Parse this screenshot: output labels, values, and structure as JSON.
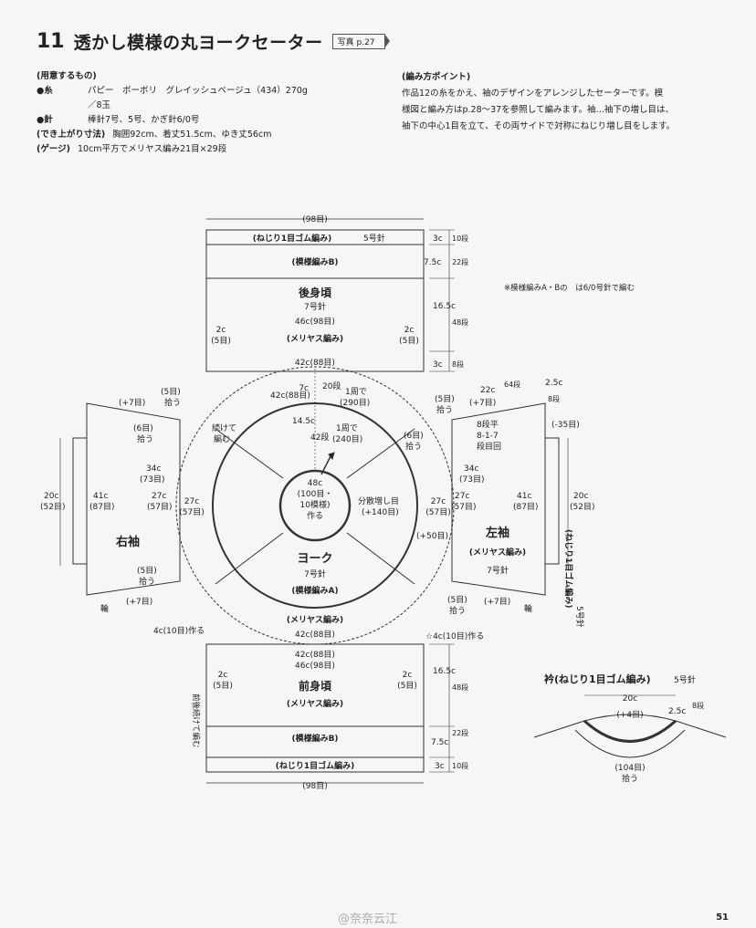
{
  "header": {
    "number": "11",
    "title": "透かし模様の丸ヨークセーター",
    "photo": "写真 p.27"
  },
  "materials": {
    "heading": "(用意するもの)",
    "yarn_label": "●糸",
    "yarn_value": "パピー　ボーボリ　グレイッシュベージュ（434）270g",
    "yarn_value2": "／8玉",
    "needle_label": "●針",
    "needle_value": "棒針7号、5号、かぎ針6/0号",
    "size_label": "(でき上がり寸法)",
    "size_value": "胸囲92cm、着丈51.5cm、ゆき丈56cm",
    "gauge_label": "(ゲージ)",
    "gauge_value": "10cm平方でメリヤス編み21目×29段"
  },
  "tips": {
    "heading": "(編み方ポイント)",
    "line1": "作品12の糸をかえ、袖のデザインをアレンジしたセーターです。模",
    "line2": "様図と編み方はp.28～37を参照して編みます。袖…袖下の増し目は、",
    "line3": "袖下の中心1目を立て、その両サイドで対称にねじり増し目をします。"
  },
  "note": "※模様編みA・Bの　は6/0号針で編む",
  "back": {
    "top_width": "(98目)",
    "rib": "(ねじり1目ゴム編み)",
    "rib_needle": "5号針",
    "patB": "(模様編みB)",
    "name": "後身頃",
    "needle": "7号針",
    "w46": "46c(98目)",
    "st": "(メリヤス編み)",
    "w42": "42c(88目)",
    "h3": "3c",
    "r10": "10段",
    "h75": "7.5c",
    "r22": "22段",
    "h165": "16.5c",
    "r48": "48段",
    "h3b": "3c",
    "r8": "8段",
    "c2": "2c",
    "m5": "(5目)"
  },
  "yoke": {
    "w42": "42c(88目)",
    "h7": "7c",
    "r20": "20段",
    "r1a": "1周で",
    "r290": "(290目)",
    "w145": "14.5c",
    "r42": "42段",
    "r1b": "1周で",
    "r240": "(240目)",
    "w48": "48c",
    "w100": "(100目・",
    "w10": "10模様)",
    "make": "作る",
    "name": "ヨーク",
    "needle": "7号針",
    "pat": "(模様編みA)",
    "cont1": "続けて",
    "cont2": "編む",
    "dist1": "分散増し目",
    "dist2": "(+140目)",
    "plus50": "(+50目)",
    "st": "(メリヤス編み)",
    "w42b": "42c(88目)",
    "w27a": "27c",
    "w57a": "(57目)",
    "w27b": "27c",
    "w57b": "(57目)"
  },
  "right_sleeve": {
    "name": "右袖",
    "p7": "(+7目)",
    "s5a": "(5目)",
    "pick1": "拾う",
    "s6": "(6目)",
    "pick2": "拾う",
    "h34": "34c",
    "m73": "(73目)",
    "h27": "27c",
    "m57": "(57目)",
    "h20": "20c",
    "m52": "(52目)",
    "h41": "41c",
    "m87": "(87目)",
    "s5b": "(5目)",
    "pick3": "拾う",
    "p7b": "(+7目)",
    "cuff": "輪"
  },
  "left_sleeve": {
    "name": "左袖",
    "st": "(メリヤス編み)",
    "needle": "7号針",
    "h22": "22c",
    "r64": "64段",
    "h25": "2.5c",
    "r8": "8段",
    "s5a": "(5目)",
    "pick1": "拾う",
    "p7": "(+7目)",
    "inc1": "8段平",
    "inc2": "8-1-7",
    "inc3": "段目回",
    "minus35": "(-35目)",
    "s6": "(6目)",
    "pick2": "拾う",
    "h34": "34c",
    "m73": "(73目)",
    "h27": "27c",
    "m57": "(57目)",
    "h41": "41c",
    "m87": "(87目)",
    "h20": "20c",
    "m52": "(52目)",
    "rib": "(ねじり1目ゴム編み)",
    "rib_needle": "5号針",
    "s5b": "(5目)",
    "pick3": "拾う",
    "p7b": "(+7目)",
    "cuff": "輪"
  },
  "front": {
    "mk1": "4c(10目)作る",
    "mk2": "☆4c(10目)作る",
    "w42": "42c(88目)",
    "w46": "46c(98目)",
    "c2": "2c",
    "m5": "(5目)",
    "name": "前身頃",
    "st": "(メリヤス編み)",
    "patB": "(模様編みB)",
    "rib": "(ねじり1目ゴム編み)",
    "bottom_width": "(98目)",
    "side": "前後続けて編む",
    "h165": "16.5c",
    "r48": "48段",
    "h75": "7.5c",
    "r22": "22段",
    "h3": "3c",
    "r10": "10段"
  },
  "collar": {
    "title": "衿(ねじり1目ゴム編み)",
    "needle": "5号針",
    "w20": "20c",
    "p4": "(+4目)",
    "h25": "2.5c",
    "r8": "8段",
    "m104": "(104目)",
    "pick": "拾う"
  },
  "page_number": "51",
  "watermark": "@奈奈云江"
}
